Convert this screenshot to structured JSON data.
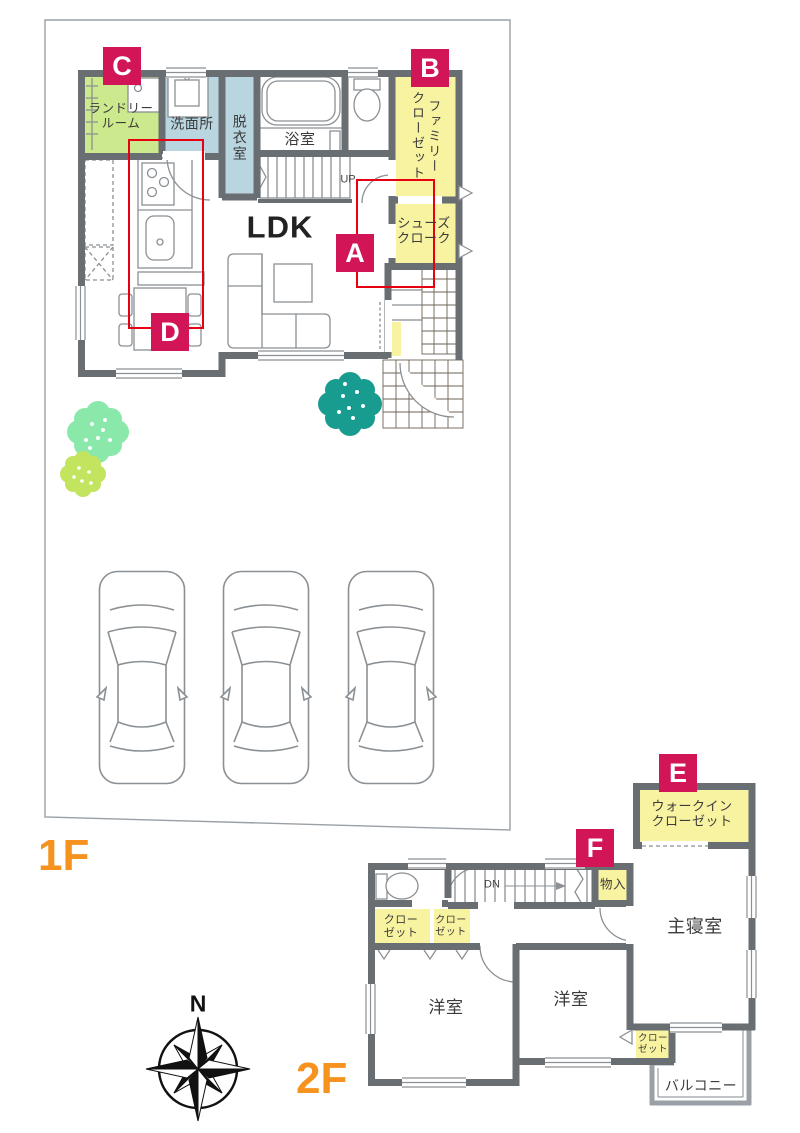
{
  "colors": {
    "accent_pink": "#d11556",
    "room_yellow": "#f8f3a0",
    "room_green": "#cde98d",
    "room_blue": "#b9d6e0",
    "wall_gray": "#696e73",
    "line_gray": "#8b9094",
    "floor_label_orange": "#f6921e",
    "red_outline": "#e60012",
    "tree_teal": "#189c90",
    "tree_light_green": "#8be8ab",
    "tree_yellow_green": "#c3e45f"
  },
  "f1": {
    "floor_label": "1F",
    "rooms": {
      "laundry": "ランドリー\nルーム",
      "washroom": "洗面所",
      "dressing": "脱衣室",
      "bath": "浴室",
      "family_closet": "ファミリー\nクローゼット",
      "shoes_cloak": "シューズ\nクローク",
      "ldk": "LDK"
    },
    "stairs_label": "UP",
    "markers": {
      "a": "A",
      "b": "B",
      "c": "C",
      "d": "D"
    }
  },
  "f2": {
    "floor_label": "2F",
    "rooms": {
      "walkin_closet": "ウォークイン\nクローゼット",
      "master_bedroom": "主寝室",
      "storage": "物入",
      "closet_left": "クロー\nゼット",
      "closet_mid": "クロー\nゼット",
      "closet_small": "クロー\nゼット",
      "western_room_left": "洋室",
      "western_room_right": "洋室",
      "balcony": "バルコニー"
    },
    "stairs_label": "DN",
    "markers": {
      "e": "E",
      "f": "F"
    }
  },
  "compass": {
    "north": "N"
  }
}
